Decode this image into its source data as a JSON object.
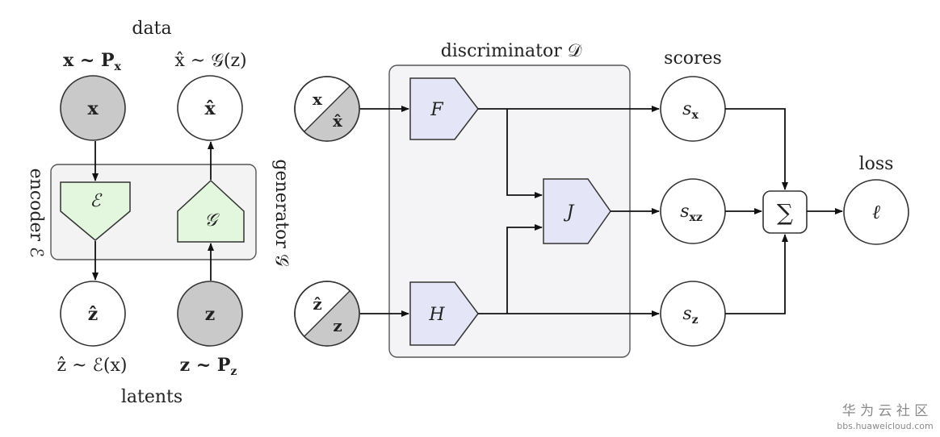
{
  "labels": {
    "data": "data",
    "latents": "latents",
    "discriminator": "discriminator 𝒟",
    "scores": "scores",
    "loss": "loss",
    "encoder": "encoder ℰ",
    "generator": "generator 𝒢"
  },
  "formulas": {
    "x_dist": "x ~ P",
    "x_dist_sub": "x",
    "xhat_dist": "x̂ ~ 𝒢(z)",
    "zhat_dist": "ẑ ~ ℰ(x)",
    "z_dist": "z ~ P",
    "z_dist_sub": "z"
  },
  "nodes": {
    "x": "x",
    "x_hat": "x̂",
    "z_hat": "ẑ",
    "z": "z",
    "in_top_upper": "x",
    "in_top_lower": "x̂",
    "in_bottom_upper": "ẑ",
    "in_bottom_lower": "z",
    "score_x_base": "s",
    "score_x_sub": "x",
    "score_xz_base": "s",
    "score_xz_sub": "xz",
    "score_z_base": "s",
    "score_z_sub": "z",
    "sum": "∑",
    "loss": "ℓ"
  },
  "blocks": {
    "encoder": "ℰ",
    "generator": "𝒢",
    "F": "F",
    "H": "H",
    "J": "J"
  },
  "watermark": {
    "brand": "华 为 云 社 区",
    "url": "bbs.huaweicloud.com"
  }
}
